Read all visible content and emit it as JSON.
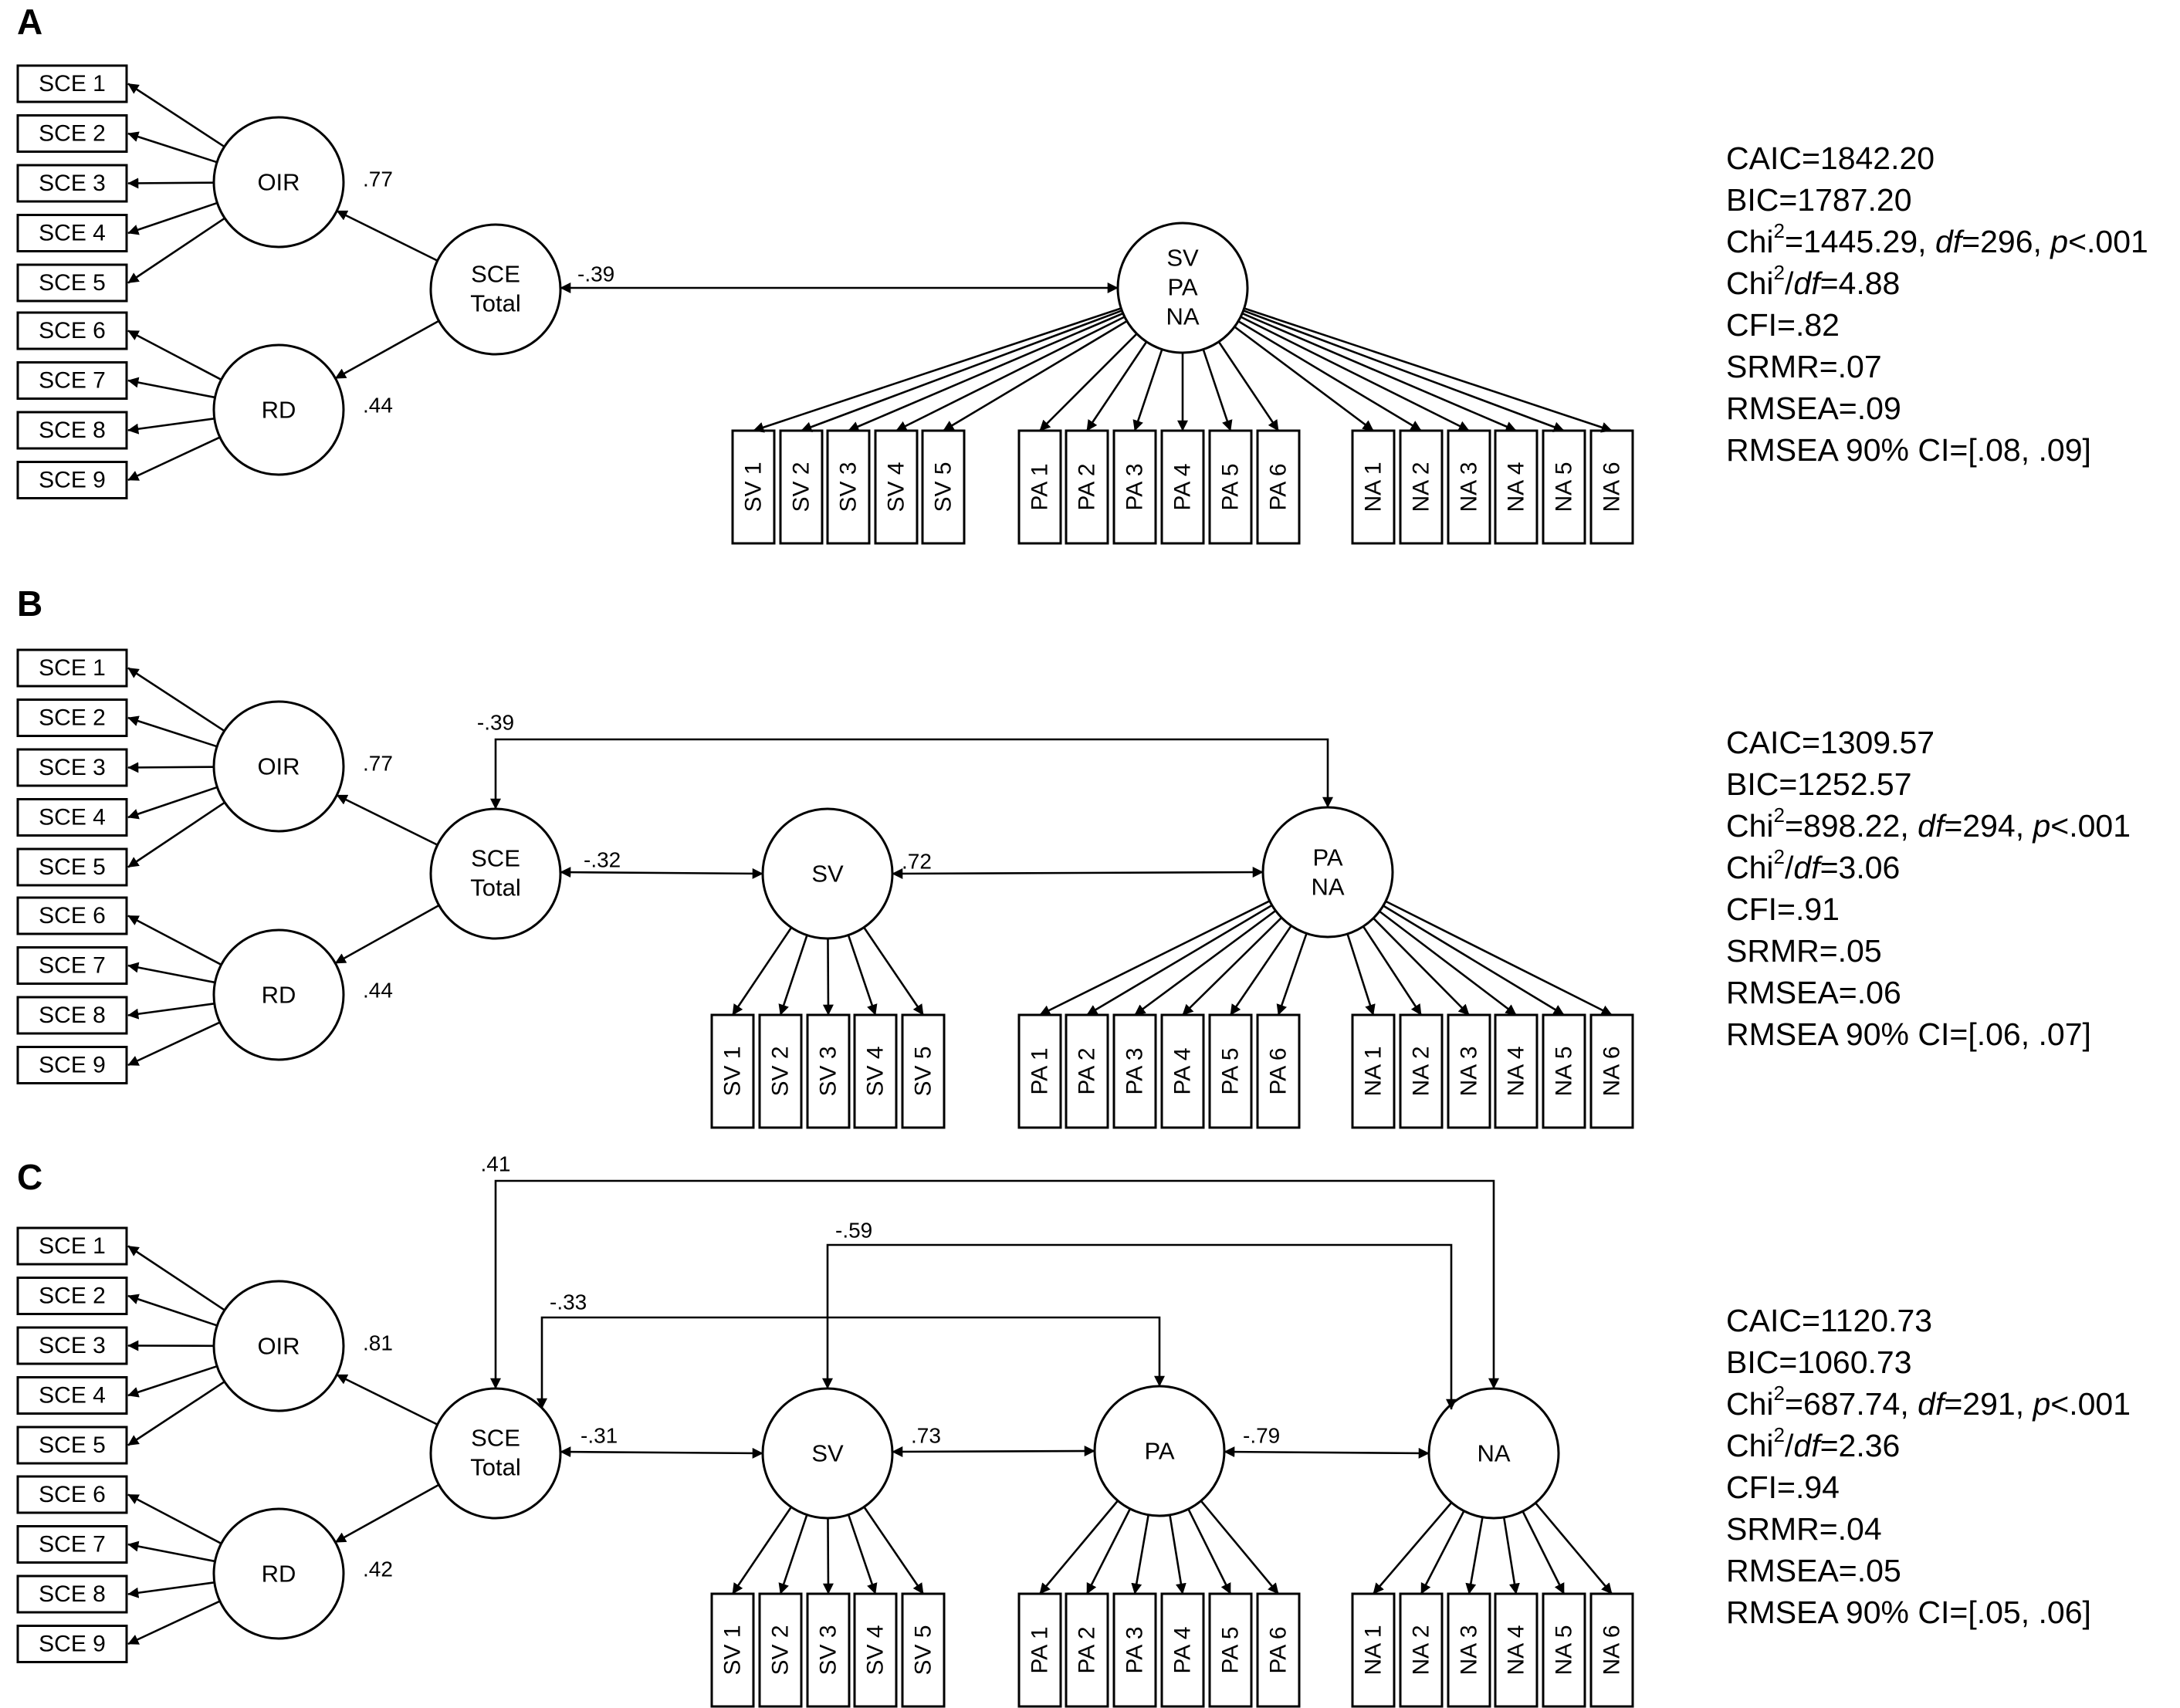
{
  "panels": [
    {
      "letter": "A",
      "latents": {
        "oir": "OIR",
        "rd": "RD",
        "sce_line1": "SCE",
        "sce_line2": "Total",
        "combined": [
          "SV",
          "PA",
          "NA"
        ]
      },
      "loadings": {
        "oir": ".77",
        "rd": ".44"
      },
      "correlations": [
        "-.39"
      ],
      "stats": [
        {
          "pre": "CAIC=1842.20"
        },
        {
          "pre": "BIC=1787.20"
        },
        {
          "pre": "Chi",
          "sup": "2",
          "post": "=1445.29, ",
          "df": "df",
          "post2": "=296, ",
          "p": "p",
          "post3": "<.001"
        },
        {
          "pre": "Chi",
          "sup": "2",
          "slash": "/",
          "df": "df",
          "post": "=4.88"
        },
        {
          "pre": "CFI=.82"
        },
        {
          "pre": "SRMR=.07"
        },
        {
          "pre": "RMSEA=.09"
        },
        {
          "pre": "RMSEA 90% CI=[.08, .09]"
        }
      ]
    },
    {
      "letter": "B",
      "latents": {
        "oir": "OIR",
        "rd": "RD",
        "sce_line1": "SCE",
        "sce_line2": "Total",
        "sv": "SV",
        "pana": [
          "PA",
          "NA"
        ]
      },
      "loadings": {
        "oir": ".77",
        "rd": ".44"
      },
      "correlations": [
        "-.39",
        "-.32",
        ".72"
      ],
      "stats": [
        {
          "pre": "CAIC=1309.57"
        },
        {
          "pre": "BIC=1252.57"
        },
        {
          "pre": "Chi",
          "sup": "2",
          "post": "=898.22, ",
          "df": "df",
          "post2": "=294, ",
          "p": "p",
          "post3": "<.001"
        },
        {
          "pre": "Chi",
          "sup": "2",
          "slash": "/",
          "df": "df",
          "post": "=3.06"
        },
        {
          "pre": "CFI=.91"
        },
        {
          "pre": "SRMR=.05"
        },
        {
          "pre": "RMSEA=.06"
        },
        {
          "pre": "RMSEA 90% CI=[.06, .07]"
        }
      ]
    },
    {
      "letter": "C",
      "latents": {
        "oir": "OIR",
        "rd": "RD",
        "sce_line1": "SCE",
        "sce_line2": "Total",
        "sv": "SV",
        "pa": "PA",
        "na": "NA"
      },
      "loadings": {
        "oir": ".81",
        "rd": ".42"
      },
      "correlations": [
        ".41",
        "-.59",
        "-.33",
        "-.31",
        ".73",
        "-.79"
      ],
      "stats": [
        {
          "pre": "CAIC=1120.73"
        },
        {
          "pre": "BIC=1060.73"
        },
        {
          "pre": "Chi",
          "sup": "2",
          "post": "=687.74, ",
          "df": "df",
          "post2": "=291, ",
          "p": "p",
          "post3": "<.001"
        },
        {
          "pre": "Chi",
          "sup": "2",
          "slash": "/",
          "df": "df",
          "post": "=2.36"
        },
        {
          "pre": "CFI=.94"
        },
        {
          "pre": "SRMR=.04"
        },
        {
          "pre": "RMSEA=.05"
        },
        {
          "pre": "RMSEA 90% CI=[.05, .06]"
        }
      ]
    }
  ],
  "indicators": {
    "sce": [
      "SCE 1",
      "SCE 2",
      "SCE 3",
      "SCE 4",
      "SCE 5",
      "SCE 6",
      "SCE 7",
      "SCE 8",
      "SCE 9"
    ],
    "sv": [
      "SV 1",
      "SV 2",
      "SV 3",
      "SV 4",
      "SV 5"
    ],
    "pa": [
      "PA 1",
      "PA 2",
      "PA 3",
      "PA 4",
      "PA 5",
      "PA 6"
    ],
    "na": [
      "NA 1",
      "NA 2",
      "NA 3",
      "NA 4",
      "NA 5",
      "NA 6"
    ]
  }
}
